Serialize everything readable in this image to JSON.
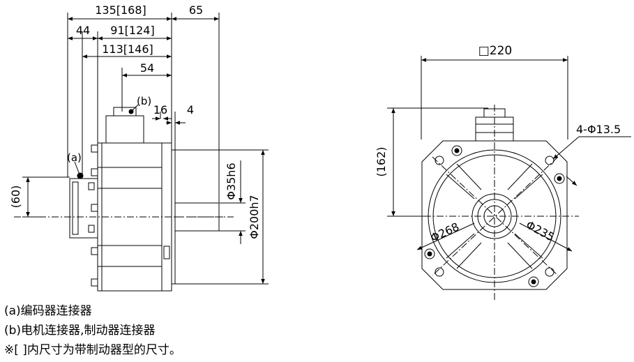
{
  "side_view": {
    "dim_overall": "135[168]",
    "dim_shaft_length": "65",
    "dim_rear": "44",
    "dim_body": "91[124]",
    "dim_to_connector": "113[146]",
    "dim_connector_pos": "54",
    "dim_flange": "16",
    "dim_spigot": "4",
    "dim_encoder_height": "(60)",
    "dim_shaft_dia": "Φ35h6",
    "dim_spigot_dia": "Φ200h7",
    "label_a": "(a)",
    "label_b": "(b)"
  },
  "front_view": {
    "dim_flange_square": "□220",
    "dim_connector_height": "(162)",
    "dim_mount_holes": "4-Φ13.5",
    "dim_bolt_circle": "Φ268",
    "dim_flange_circle": "Φ235"
  },
  "notes": {
    "line1": "(a)编码器连接器",
    "line2": "(b)电机连接器,制动器连接器",
    "line3": "※[  ]内尺寸为带制动器型的尺寸。"
  }
}
